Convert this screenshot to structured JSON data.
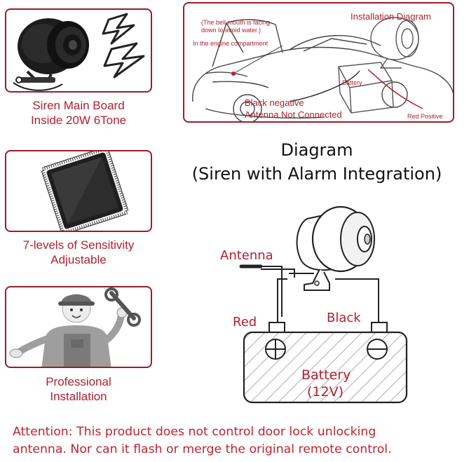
{
  "features": [
    {
      "caption_line1": "Siren Main Board",
      "caption_line2": "Inside 20W 6Tone"
    },
    {
      "caption_line1": "7-levels of Sensitivity",
      "caption_line2": "Adjustable"
    },
    {
      "caption_line1": "Professional",
      "caption_line2": "Installation"
    }
  ],
  "installation_diagram": {
    "title": "Installation Diagram",
    "note_line1": "(The bell mouth is facing",
    "note_line2": "down to avoid water.)",
    "engine_note": "In the engine compartment",
    "battery_label": "Battery",
    "black_negative": "Black negative",
    "antenna_not_connected": "Antenna Not Connected",
    "red_positive": "Red Positive"
  },
  "diagram": {
    "title_line1": "Diagram",
    "title_line2": "(Siren with Alarm Integration)",
    "antenna_label": "Antenna",
    "red_label": "Red",
    "black_label": "Black",
    "battery_label": "Battery",
    "battery_voltage": "(12V)"
  },
  "attention": {
    "line1": "Attention: This product does not control door lock unlocking",
    "line2": "antenna. Nor can it flash or merge the original remote control."
  },
  "colors": {
    "accent": "#9b1c2c",
    "text_red": "#b3202f"
  }
}
